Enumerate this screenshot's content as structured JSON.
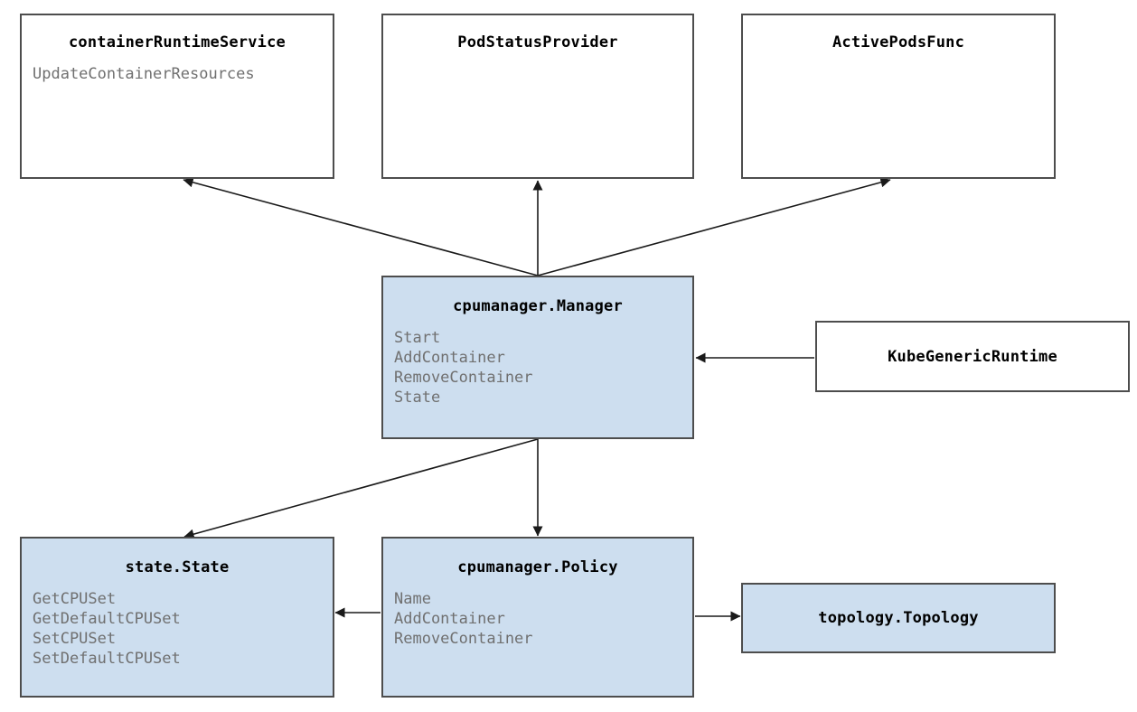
{
  "diagram": {
    "type": "class-diagram",
    "background_color": "#ffffff",
    "accent_fill": "#cddeef",
    "border_color": "#4d4d4d",
    "title_color": "#000000",
    "member_color": "#707070",
    "nodes": [
      {
        "id": "container-runtime-service",
        "title": "containerRuntimeService",
        "members": [
          "UpdateContainerResources"
        ],
        "highlighted": false
      },
      {
        "id": "pod-status-provider",
        "title": "PodStatusProvider",
        "members": [],
        "highlighted": false
      },
      {
        "id": "active-pods-func",
        "title": "ActivePodsFunc",
        "members": [],
        "highlighted": false
      },
      {
        "id": "cpumanager-manager",
        "title": "cpumanager.Manager",
        "members": [
          "Start",
          "AddContainer",
          "RemoveContainer",
          "State"
        ],
        "highlighted": true
      },
      {
        "id": "kube-generic-runtime",
        "title": "KubeGenericRuntime",
        "members": [],
        "highlighted": false
      },
      {
        "id": "state-state",
        "title": "state.State",
        "members": [
          "GetCPUSet",
          "GetDefaultCPUSet",
          "SetCPUSet",
          "SetDefaultCPUSet"
        ],
        "highlighted": true
      },
      {
        "id": "cpumanager-policy",
        "title": "cpumanager.Policy",
        "members": [
          "Name",
          "AddContainer",
          "RemoveContainer"
        ],
        "highlighted": true
      },
      {
        "id": "topology-topology",
        "title": "topology.Topology",
        "members": [],
        "highlighted": true
      }
    ],
    "edges": [
      {
        "id": "manager-to-container-runtime-service",
        "from": "cpumanager-manager",
        "to": "container-runtime-service"
      },
      {
        "id": "manager-to-pod-status-provider",
        "from": "cpumanager-manager",
        "to": "pod-status-provider"
      },
      {
        "id": "manager-to-active-pods-func",
        "from": "cpumanager-manager",
        "to": "active-pods-func"
      },
      {
        "id": "kube-generic-runtime-to-manager",
        "from": "kube-generic-runtime",
        "to": "cpumanager-manager"
      },
      {
        "id": "manager-to-state-state",
        "from": "cpumanager-manager",
        "to": "state-state"
      },
      {
        "id": "manager-to-policy",
        "from": "cpumanager-manager",
        "to": "cpumanager-policy"
      },
      {
        "id": "policy-to-state-state",
        "from": "cpumanager-policy",
        "to": "state-state"
      },
      {
        "id": "policy-to-topology",
        "from": "cpumanager-policy",
        "to": "topology-topology"
      }
    ]
  }
}
